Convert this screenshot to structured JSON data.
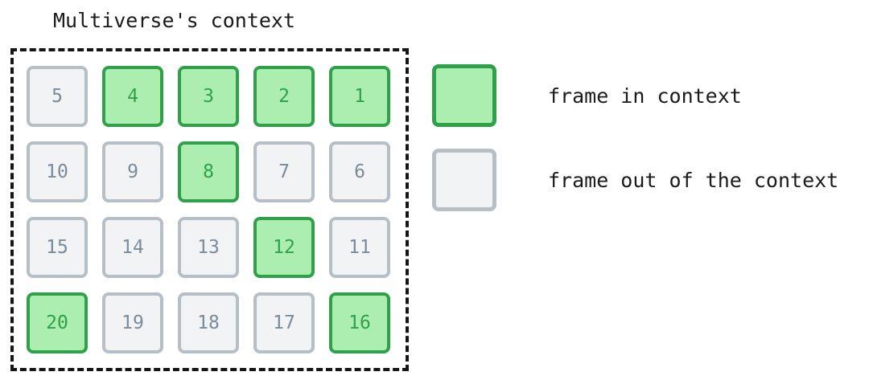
{
  "title": "Multiverse's context",
  "colors": {
    "in_context_fill": "#abeeb0",
    "in_context_border": "#2ea14a",
    "in_context_text": "#2ea14a",
    "out_context_fill": "#f1f3f5",
    "out_context_border": "#b6bec6",
    "out_context_text": "#7c8b99",
    "context_box_border": "#151515",
    "text": "#1a1a1a"
  },
  "grid": {
    "columns": 5,
    "rows": 4,
    "cells": [
      {
        "label": "5",
        "state": "out"
      },
      {
        "label": "4",
        "state": "in"
      },
      {
        "label": "3",
        "state": "in"
      },
      {
        "label": "2",
        "state": "in"
      },
      {
        "label": "1",
        "state": "in"
      },
      {
        "label": "10",
        "state": "out"
      },
      {
        "label": "9",
        "state": "out"
      },
      {
        "label": "8",
        "state": "in"
      },
      {
        "label": "7",
        "state": "out"
      },
      {
        "label": "6",
        "state": "out"
      },
      {
        "label": "15",
        "state": "out"
      },
      {
        "label": "14",
        "state": "out"
      },
      {
        "label": "13",
        "state": "out"
      },
      {
        "label": "12",
        "state": "in"
      },
      {
        "label": "11",
        "state": "out"
      },
      {
        "label": "20",
        "state": "in"
      },
      {
        "label": "19",
        "state": "out"
      },
      {
        "label": "18",
        "state": "out"
      },
      {
        "label": "17",
        "state": "out"
      },
      {
        "label": "16",
        "state": "in"
      }
    ]
  },
  "legend": {
    "items": [
      {
        "state": "in",
        "label": "frame in context"
      },
      {
        "state": "out",
        "label": "frame out of the context"
      }
    ]
  }
}
